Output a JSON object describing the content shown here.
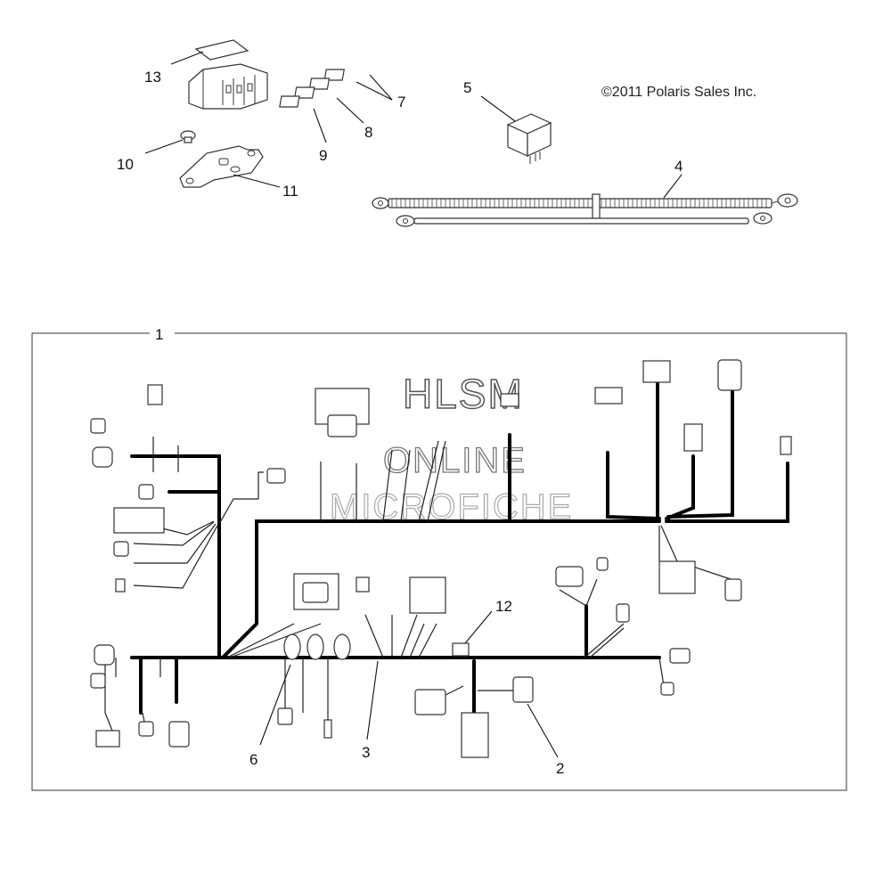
{
  "copyright": "©2011 Polaris Sales Inc.",
  "watermark": {
    "line1": "HLSM",
    "line2": "ONLINE",
    "line3": "MICROFICHE"
  },
  "callouts": {
    "c1": "1",
    "c2": "2",
    "c3": "3",
    "c4": "4",
    "c5": "5",
    "c6": "6",
    "c7": "7",
    "c8": "8",
    "c9": "9",
    "c10": "10",
    "c11": "11",
    "c12": "12",
    "c13": "13"
  }
}
